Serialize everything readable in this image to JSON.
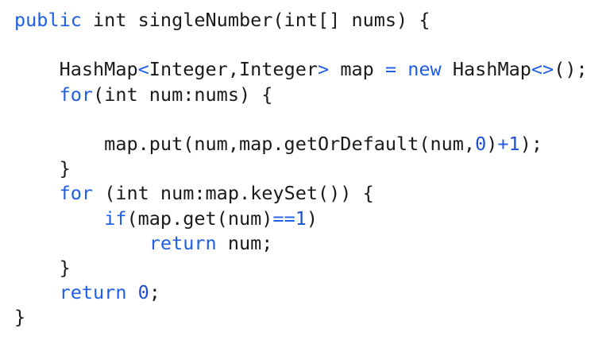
{
  "code": {
    "language": "java",
    "colors": {
      "keyword": "#1f5ee6",
      "number": "#1f50d0",
      "operator": "#1f5ee6",
      "plain": "#1a1a1a",
      "background": "#ffffff"
    },
    "lines": [
      [
        {
          "k": "keyword",
          "t": "public"
        },
        {
          "k": "plain",
          "t": " int singleNumber(int[] nums) {"
        }
      ],
      [],
      [
        {
          "k": "plain",
          "t": "    HashMap"
        },
        {
          "k": "operator",
          "t": "<"
        },
        {
          "k": "plain",
          "t": "Integer,Integer"
        },
        {
          "k": "operator",
          "t": ">"
        },
        {
          "k": "plain",
          "t": " map "
        },
        {
          "k": "operator",
          "t": "="
        },
        {
          "k": "plain",
          "t": " "
        },
        {
          "k": "keyword",
          "t": "new"
        },
        {
          "k": "plain",
          "t": " HashMap"
        },
        {
          "k": "operator",
          "t": "<>"
        },
        {
          "k": "plain",
          "t": "();"
        }
      ],
      [
        {
          "k": "plain",
          "t": "    "
        },
        {
          "k": "keyword",
          "t": "for"
        },
        {
          "k": "plain",
          "t": "(int num:nums) {"
        }
      ],
      [],
      [
        {
          "k": "plain",
          "t": "        map.put(num,map.getOrDefault(num,"
        },
        {
          "k": "number",
          "t": "0"
        },
        {
          "k": "plain",
          "t": ")"
        },
        {
          "k": "operator",
          "t": "+"
        },
        {
          "k": "number",
          "t": "1"
        },
        {
          "k": "plain",
          "t": ");"
        }
      ],
      [
        {
          "k": "plain",
          "t": "    }"
        }
      ],
      [
        {
          "k": "plain",
          "t": "    "
        },
        {
          "k": "keyword",
          "t": "for"
        },
        {
          "k": "plain",
          "t": " (int num:map.keySet()) {"
        }
      ],
      [
        {
          "k": "plain",
          "t": "        "
        },
        {
          "k": "keyword",
          "t": "if"
        },
        {
          "k": "plain",
          "t": "(map.get(num)"
        },
        {
          "k": "operator",
          "t": "=="
        },
        {
          "k": "number",
          "t": "1"
        },
        {
          "k": "plain",
          "t": ")"
        }
      ],
      [
        {
          "k": "plain",
          "t": "            "
        },
        {
          "k": "keyword",
          "t": "return"
        },
        {
          "k": "plain",
          "t": " num;"
        }
      ],
      [
        {
          "k": "plain",
          "t": "    }"
        }
      ],
      [
        {
          "k": "plain",
          "t": "    "
        },
        {
          "k": "keyword",
          "t": "return"
        },
        {
          "k": "plain",
          "t": " "
        },
        {
          "k": "number",
          "t": "0"
        },
        {
          "k": "plain",
          "t": ";"
        }
      ],
      [
        {
          "k": "plain",
          "t": "}"
        }
      ]
    ]
  }
}
